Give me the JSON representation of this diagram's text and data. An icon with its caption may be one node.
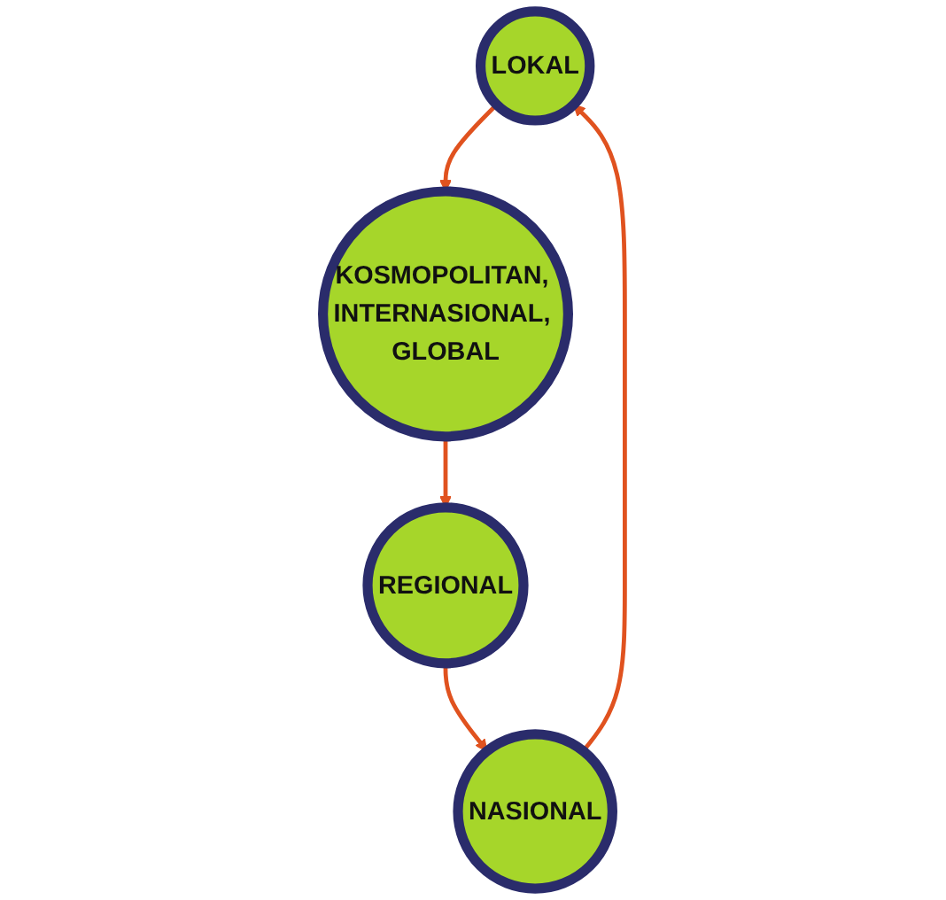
{
  "diagram": {
    "nodes": [
      {
        "text": [
          "LOKAL"
        ]
      },
      {
        "text": [
          "KOSMOPOLITAN, INTERNASIONAL, GLOBAL"
        ]
      },
      {
        "text": [
          "REGIONAL"
        ]
      },
      {
        "text": [
          "NASIONAL"
        ]
      }
    ],
    "edges": [
      {
        "from": 0,
        "to": 1,
        "arrow": "to"
      },
      {
        "from": 1,
        "to": 2,
        "arrow": "to"
      },
      {
        "from": 2,
        "to": 3,
        "arrow": "to"
      },
      {
        "from": 3,
        "to": 0,
        "arrow": "to"
      }
    ]
  }
}
